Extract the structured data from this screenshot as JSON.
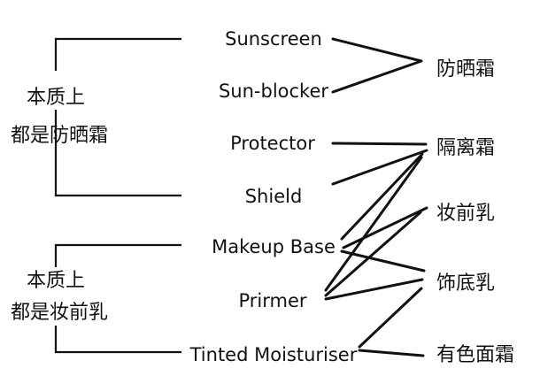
{
  "groups": [
    {
      "line1": "本质上",
      "line2": "都是防晒霜"
    },
    {
      "line1": "本质上",
      "line2": "都是妆前乳"
    }
  ],
  "left_terms": [
    "Sunscreen",
    "Sun-blocker",
    "Protector",
    "Shield",
    "Makeup Base",
    "Prirmer",
    "Tinted Moisturiser"
  ],
  "right_terms": [
    "防晒霜",
    "隔离霜",
    "妆前乳",
    "饰底乳",
    "有色面霜"
  ],
  "links": [
    {
      "from": "Sunscreen",
      "to": "防晒霜"
    },
    {
      "from": "Sun-blocker",
      "to": "防晒霜"
    },
    {
      "from": "Protector",
      "to": "隔离霜"
    },
    {
      "from": "Shield",
      "to": "隔离霜"
    },
    {
      "from": "Makeup Base",
      "to": "隔离霜"
    },
    {
      "from": "Makeup Base",
      "to": "妆前乳"
    },
    {
      "from": "Makeup Base",
      "to": "饰底乳"
    },
    {
      "from": "Prirmer",
      "to": "隔离霜"
    },
    {
      "from": "Prirmer",
      "to": "妆前乳"
    },
    {
      "from": "Prirmer",
      "to": "饰底乳"
    },
    {
      "from": "Tinted Moisturiser",
      "to": "饰底乳"
    },
    {
      "from": "Tinted Moisturiser",
      "to": "有色面霜"
    }
  ]
}
